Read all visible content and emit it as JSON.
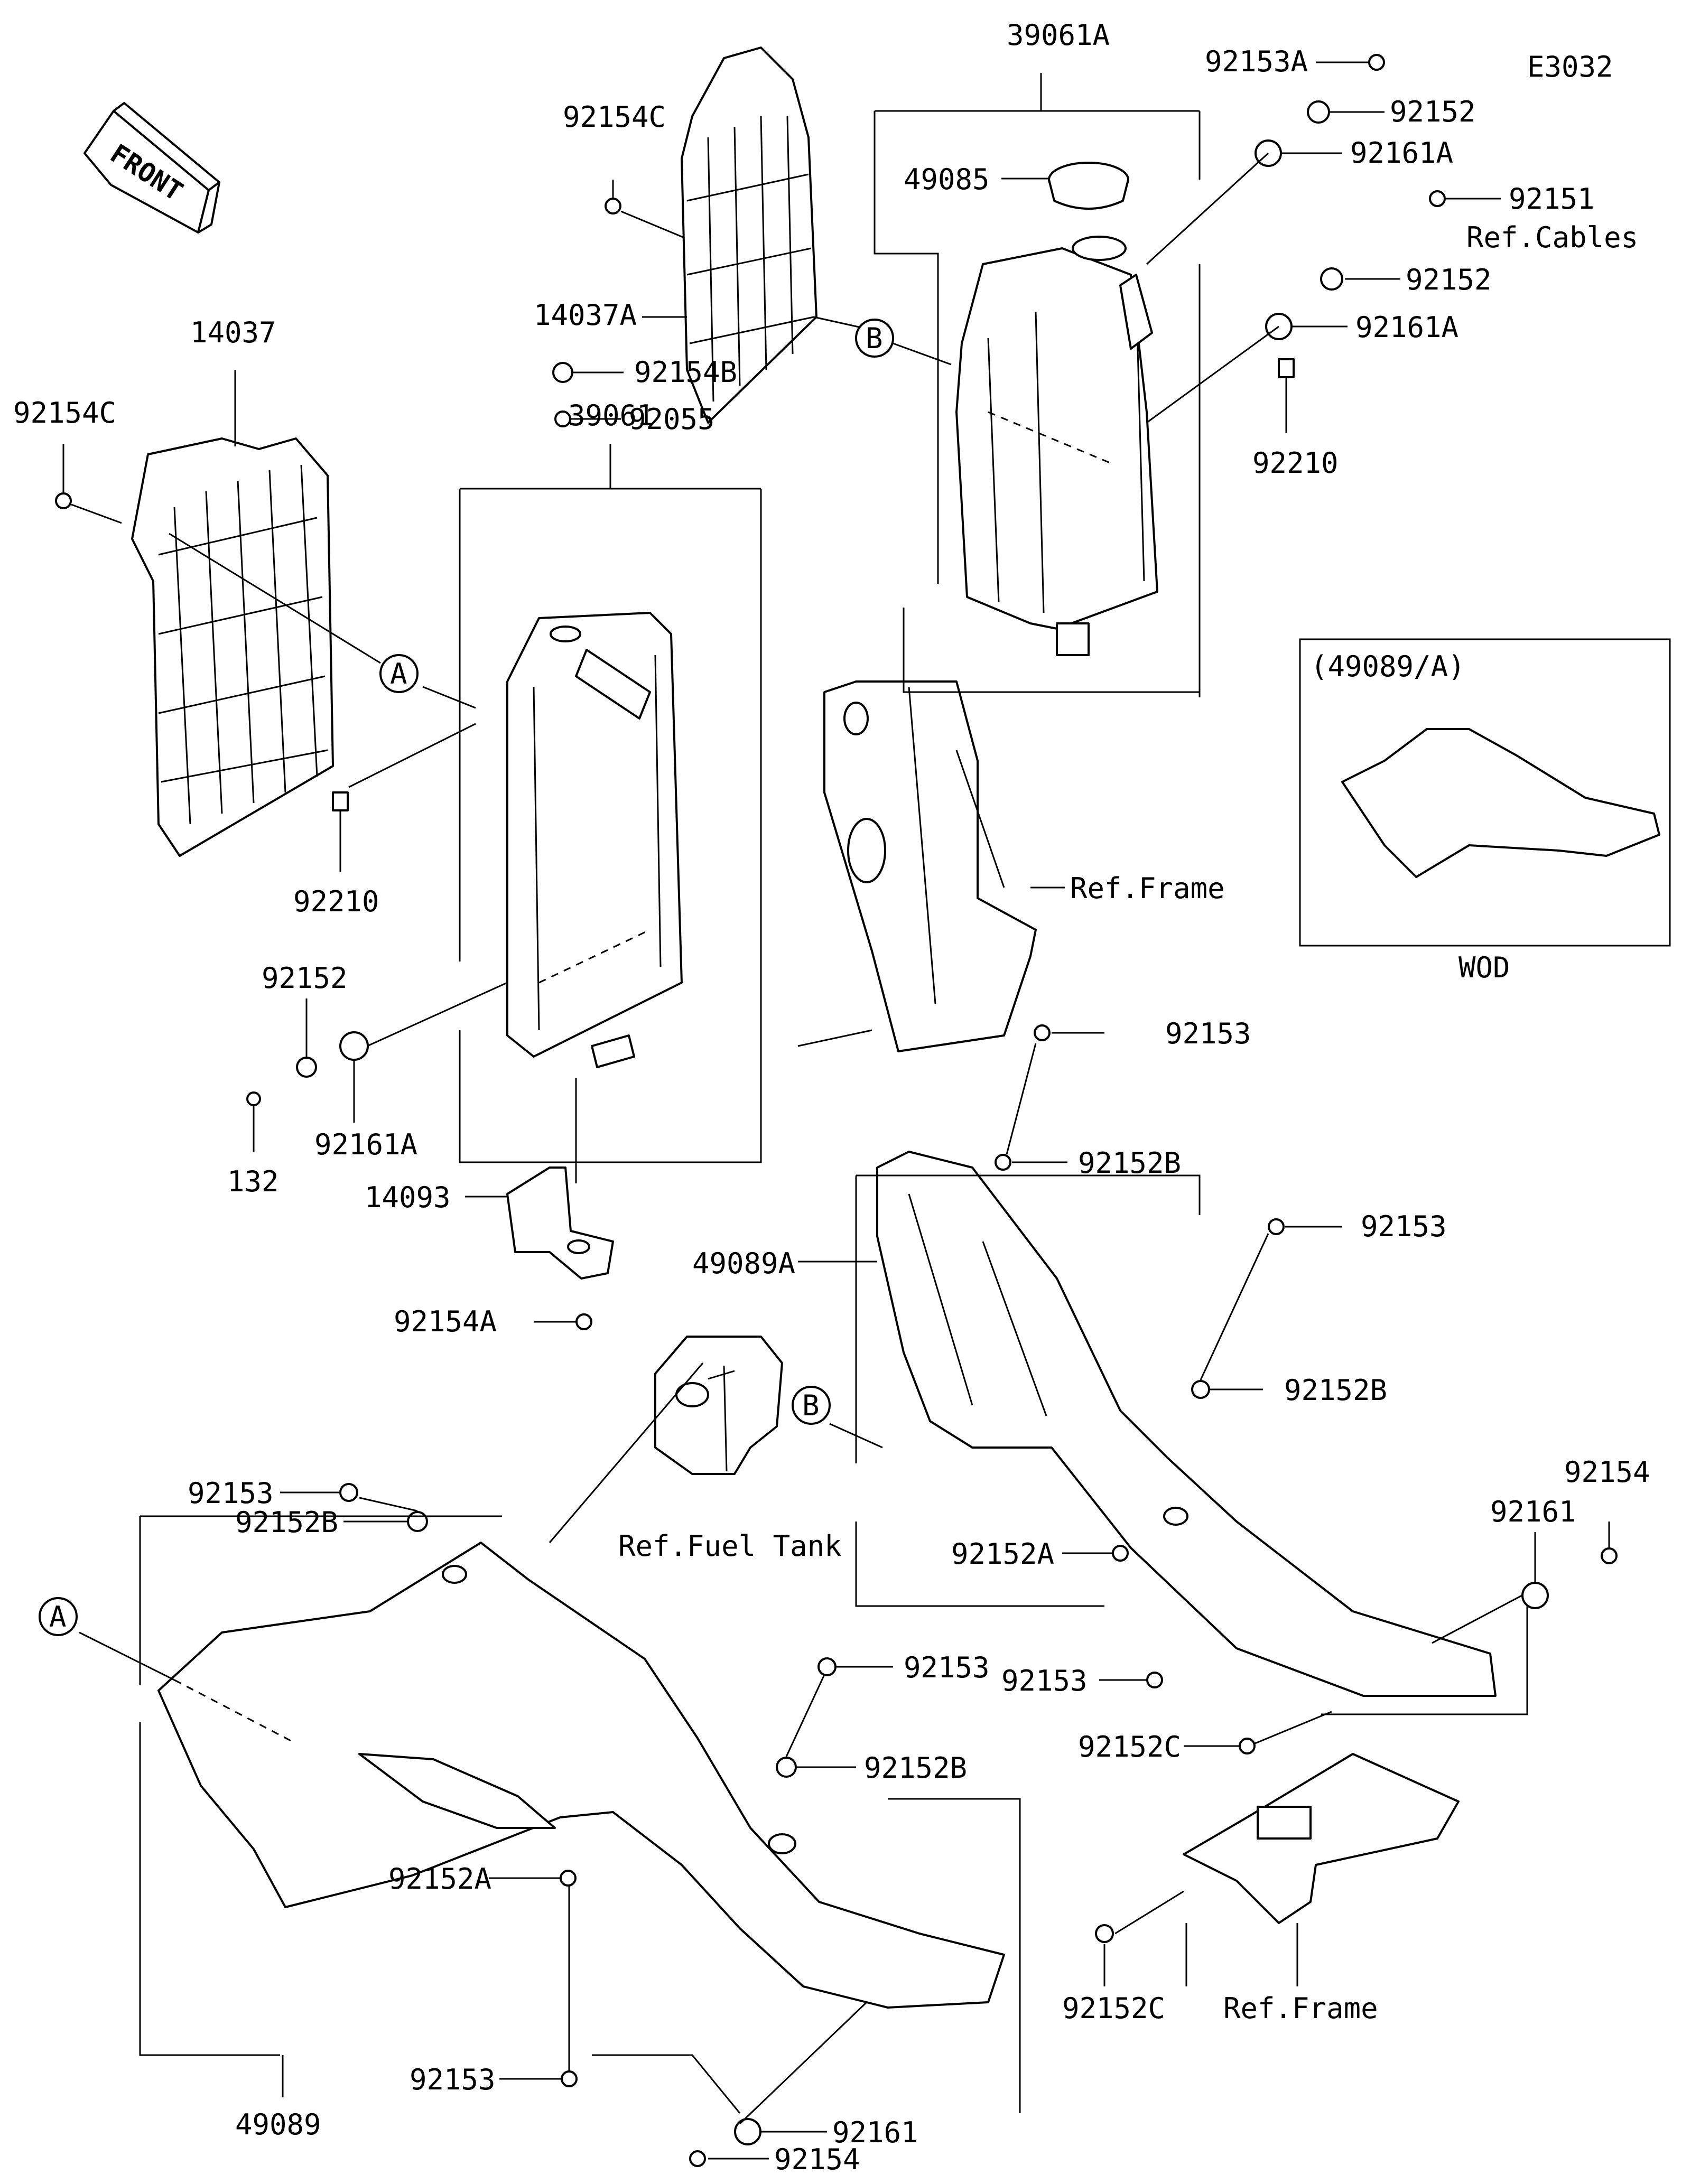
{
  "diagram_code": "E3032",
  "front_label": "FRONT",
  "wod_box": {
    "title": "(49089/A)",
    "caption": "WOD"
  },
  "callouts": {
    "a": "A",
    "b": "B"
  },
  "parts": {
    "p39061A": "39061A",
    "p92153A": "92153A",
    "p92152_top": "92152",
    "p92161A_top": "92161A",
    "p92151": "92151",
    "ref_cables": "Ref.Cables",
    "p92152_mid": "92152",
    "p92161A_mid": "92161A",
    "p92210_right": "92210",
    "p49085": "49085",
    "p92154C_top": "92154C",
    "p14037A": "14037A",
    "p14037": "14037",
    "p92154C_left": "92154C",
    "p39061": "39061",
    "p92154B": "92154B",
    "p92055": "92055",
    "p92210_left": "92210",
    "p92152_left": "92152",
    "p92161A_left": "92161A",
    "p132": "132",
    "ref_frame_upper": "Ref.Frame",
    "p14093": "14093",
    "p92154A": "92154A",
    "p92153_mid": "92153",
    "p92152B_mid": "92152B",
    "p49089A": "49089A",
    "p92153_r": "92153",
    "p92152B_r": "92152B",
    "p92154_r": "92154",
    "p92161_r": "92161",
    "p92152A_mid": "92152A",
    "p92153_low": "92153",
    "p92152C_mid": "92152C",
    "ref_fuel_tank": "Ref.Fuel Tank",
    "p92153_left": "92153",
    "p92152B_left": "92152B",
    "p92153_shroud": "92153",
    "p92152B_shroud": "92152B",
    "p92152A_low": "92152A",
    "p49089": "49089",
    "p92153_bottom": "92153",
    "p92152C_low": "92152C",
    "ref_frame_lower": "Ref.Frame",
    "p92161_bottom": "92161",
    "p92154_bottom": "92154"
  }
}
